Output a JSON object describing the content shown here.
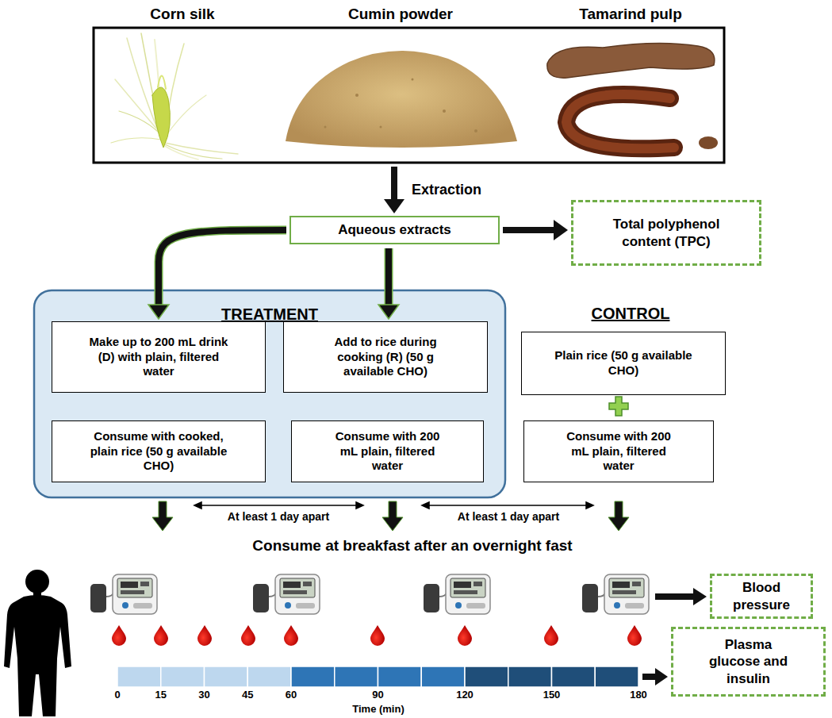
{
  "diagram": {
    "nodes": [
      {
        "text": [
          "Corn silk",
          "Cumin powder",
          "Tamarind pulp"
        ]
      },
      {
        "text": [
          "Aqueous extracts"
        ]
      },
      {
        "text": [
          "Total polyphenol content (TPC)"
        ]
      },
      {
        "text": [
          "TREATMENT"
        ]
      },
      {
        "text": [
          "Make up to 200 mL drink (D) with plain, filtered water"
        ],
        "in": 3
      },
      {
        "text": [
          "Consume with cooked, plain rice (50 g available CHO)"
        ],
        "in": 3
      },
      {
        "text": [
          "Add to rice during cooking (R) (50 g available CHO)"
        ],
        "in": 3
      },
      {
        "text": [
          "Consume with 200 mL plain, filtered water"
        ],
        "in": 3
      },
      {
        "text": [
          "Plain rice (50 g available CHO)"
        ]
      },
      {
        "text": [
          "Consume with 200 mL plain, filtered water"
        ]
      },
      {
        "text": [
          "Blood pressure"
        ]
      },
      {
        "text": [
          "Plasma glucose and insulin"
        ]
      }
    ],
    "edges": [
      {
        "from": 0,
        "to": 1,
        "label": "Extraction",
        "arrow": "to"
      },
      {
        "from": 1,
        "to": 2,
        "arrow": "to"
      },
      {
        "from": 1,
        "to": 4,
        "arrow": "to"
      },
      {
        "from": 1,
        "to": 6,
        "arrow": "to"
      }
    ],
    "labels": [
      "CONTROL",
      "At least 1 day apart",
      "At least 1 day apart",
      "Consume at breakfast after an overnight fast",
      "0",
      "15",
      "30",
      "45",
      "60",
      "90",
      "120",
      "150",
      "180",
      "Time (min)"
    ]
  }
}
